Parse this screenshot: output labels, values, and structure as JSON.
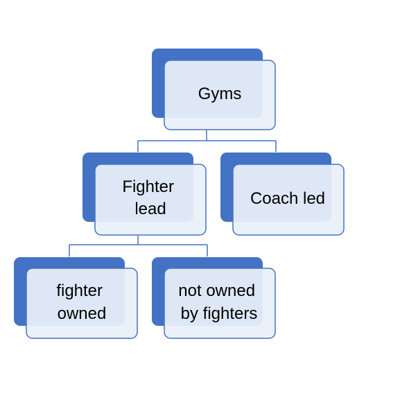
{
  "colors": {
    "accent": "#4472C4",
    "card_fill": "#EAF0F9",
    "card_border": "#4472C4",
    "connector": "#4472C4",
    "text": "#000000"
  },
  "nodes": {
    "gyms": {
      "lines": [
        "Gyms"
      ]
    },
    "fighter_lead": {
      "lines": [
        "Fighter",
        "lead"
      ]
    },
    "coach_led": {
      "lines": [
        "Coach led"
      ]
    },
    "fighter_owned": {
      "lines": [
        "fighter",
        "owned"
      ]
    },
    "not_owned": {
      "lines": [
        "not owned",
        "by fighters"
      ]
    }
  }
}
